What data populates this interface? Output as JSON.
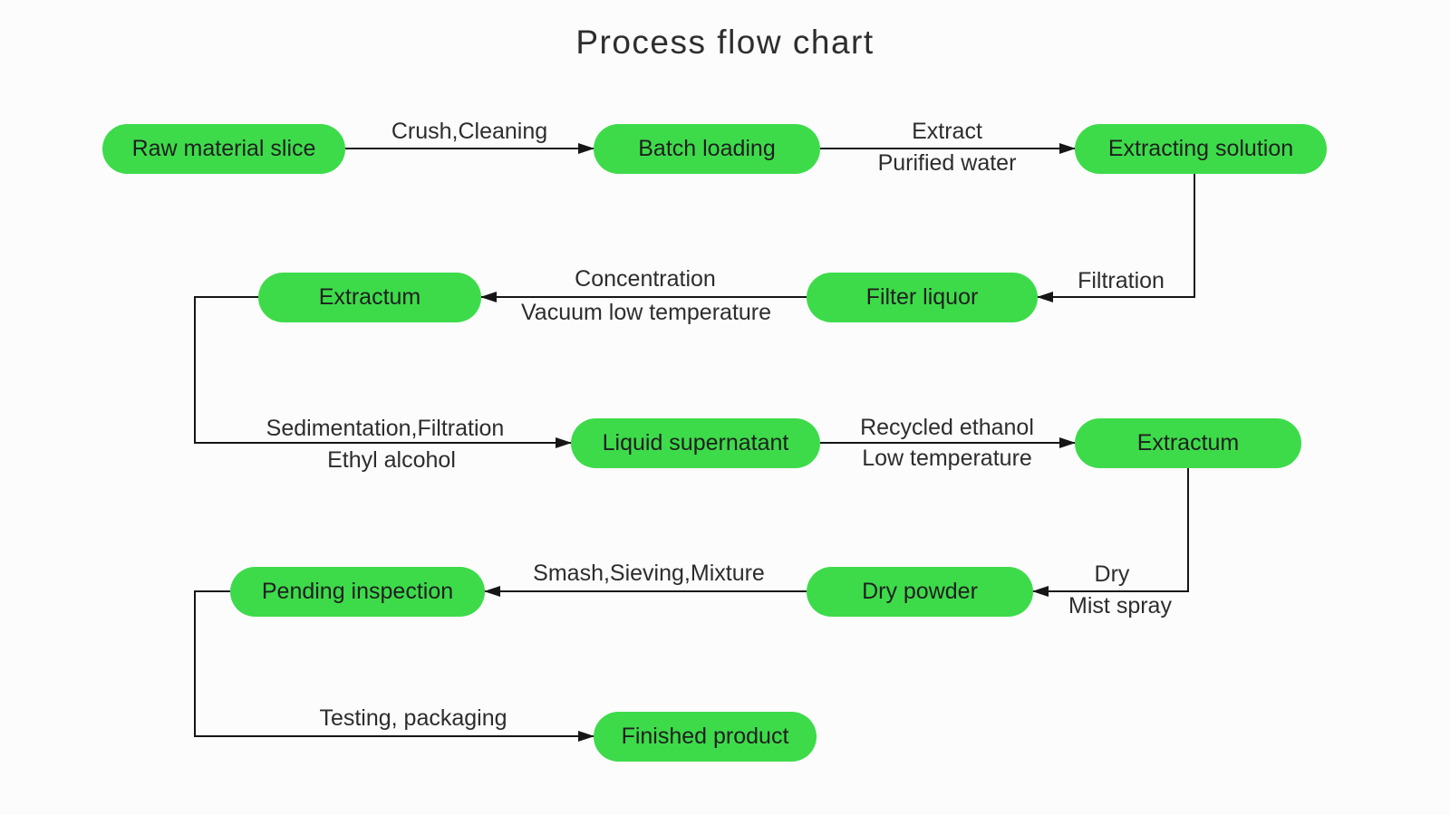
{
  "title": "Process flow chart",
  "colors": {
    "node_fill": "#3ddb4a",
    "line": "#161616",
    "text": "#2d2d2d",
    "background": "#fcfcfc"
  },
  "nodes": [
    {
      "id": "raw-material-slice",
      "label": "Raw material slice"
    },
    {
      "id": "batch-loading",
      "label": "Batch loading"
    },
    {
      "id": "extracting-solution",
      "label": "Extracting solution"
    },
    {
      "id": "extractum-1",
      "label": "Extractum"
    },
    {
      "id": "filter-liquor",
      "label": "Filter liquor"
    },
    {
      "id": "liquid-supernatant",
      "label": "Liquid supernatant"
    },
    {
      "id": "extractum-2",
      "label": "Extractum"
    },
    {
      "id": "pending-inspection",
      "label": "Pending inspection"
    },
    {
      "id": "dry-powder",
      "label": "Dry powder"
    },
    {
      "id": "finished-product",
      "label": "Finished product"
    }
  ],
  "edges": [
    {
      "from": "raw-material-slice",
      "to": "batch-loading",
      "labels": [
        "Crush,Cleaning"
      ]
    },
    {
      "from": "batch-loading",
      "to": "extracting-solution",
      "labels": [
        "Extract",
        "Purified water"
      ]
    },
    {
      "from": "extracting-solution",
      "to": "filter-liquor",
      "labels": [
        "Filtration"
      ]
    },
    {
      "from": "filter-liquor",
      "to": "extractum-1",
      "labels": [
        "Concentration",
        "Vacuum low temperature"
      ]
    },
    {
      "from": "extractum-1",
      "to": "liquid-supernatant",
      "labels": [
        "Sedimentation,Filtration",
        "Ethyl alcohol"
      ]
    },
    {
      "from": "liquid-supernatant",
      "to": "extractum-2",
      "labels": [
        "Recycled ethanol",
        "Low temperature"
      ]
    },
    {
      "from": "extractum-2",
      "to": "dry-powder",
      "labels": [
        "Dry",
        "Mist spray"
      ]
    },
    {
      "from": "dry-powder",
      "to": "pending-inspection",
      "labels": [
        "Smash,Sieving,Mixture"
      ]
    },
    {
      "from": "pending-inspection",
      "to": "finished-product",
      "labels": [
        "Testing, packaging"
      ]
    }
  ]
}
